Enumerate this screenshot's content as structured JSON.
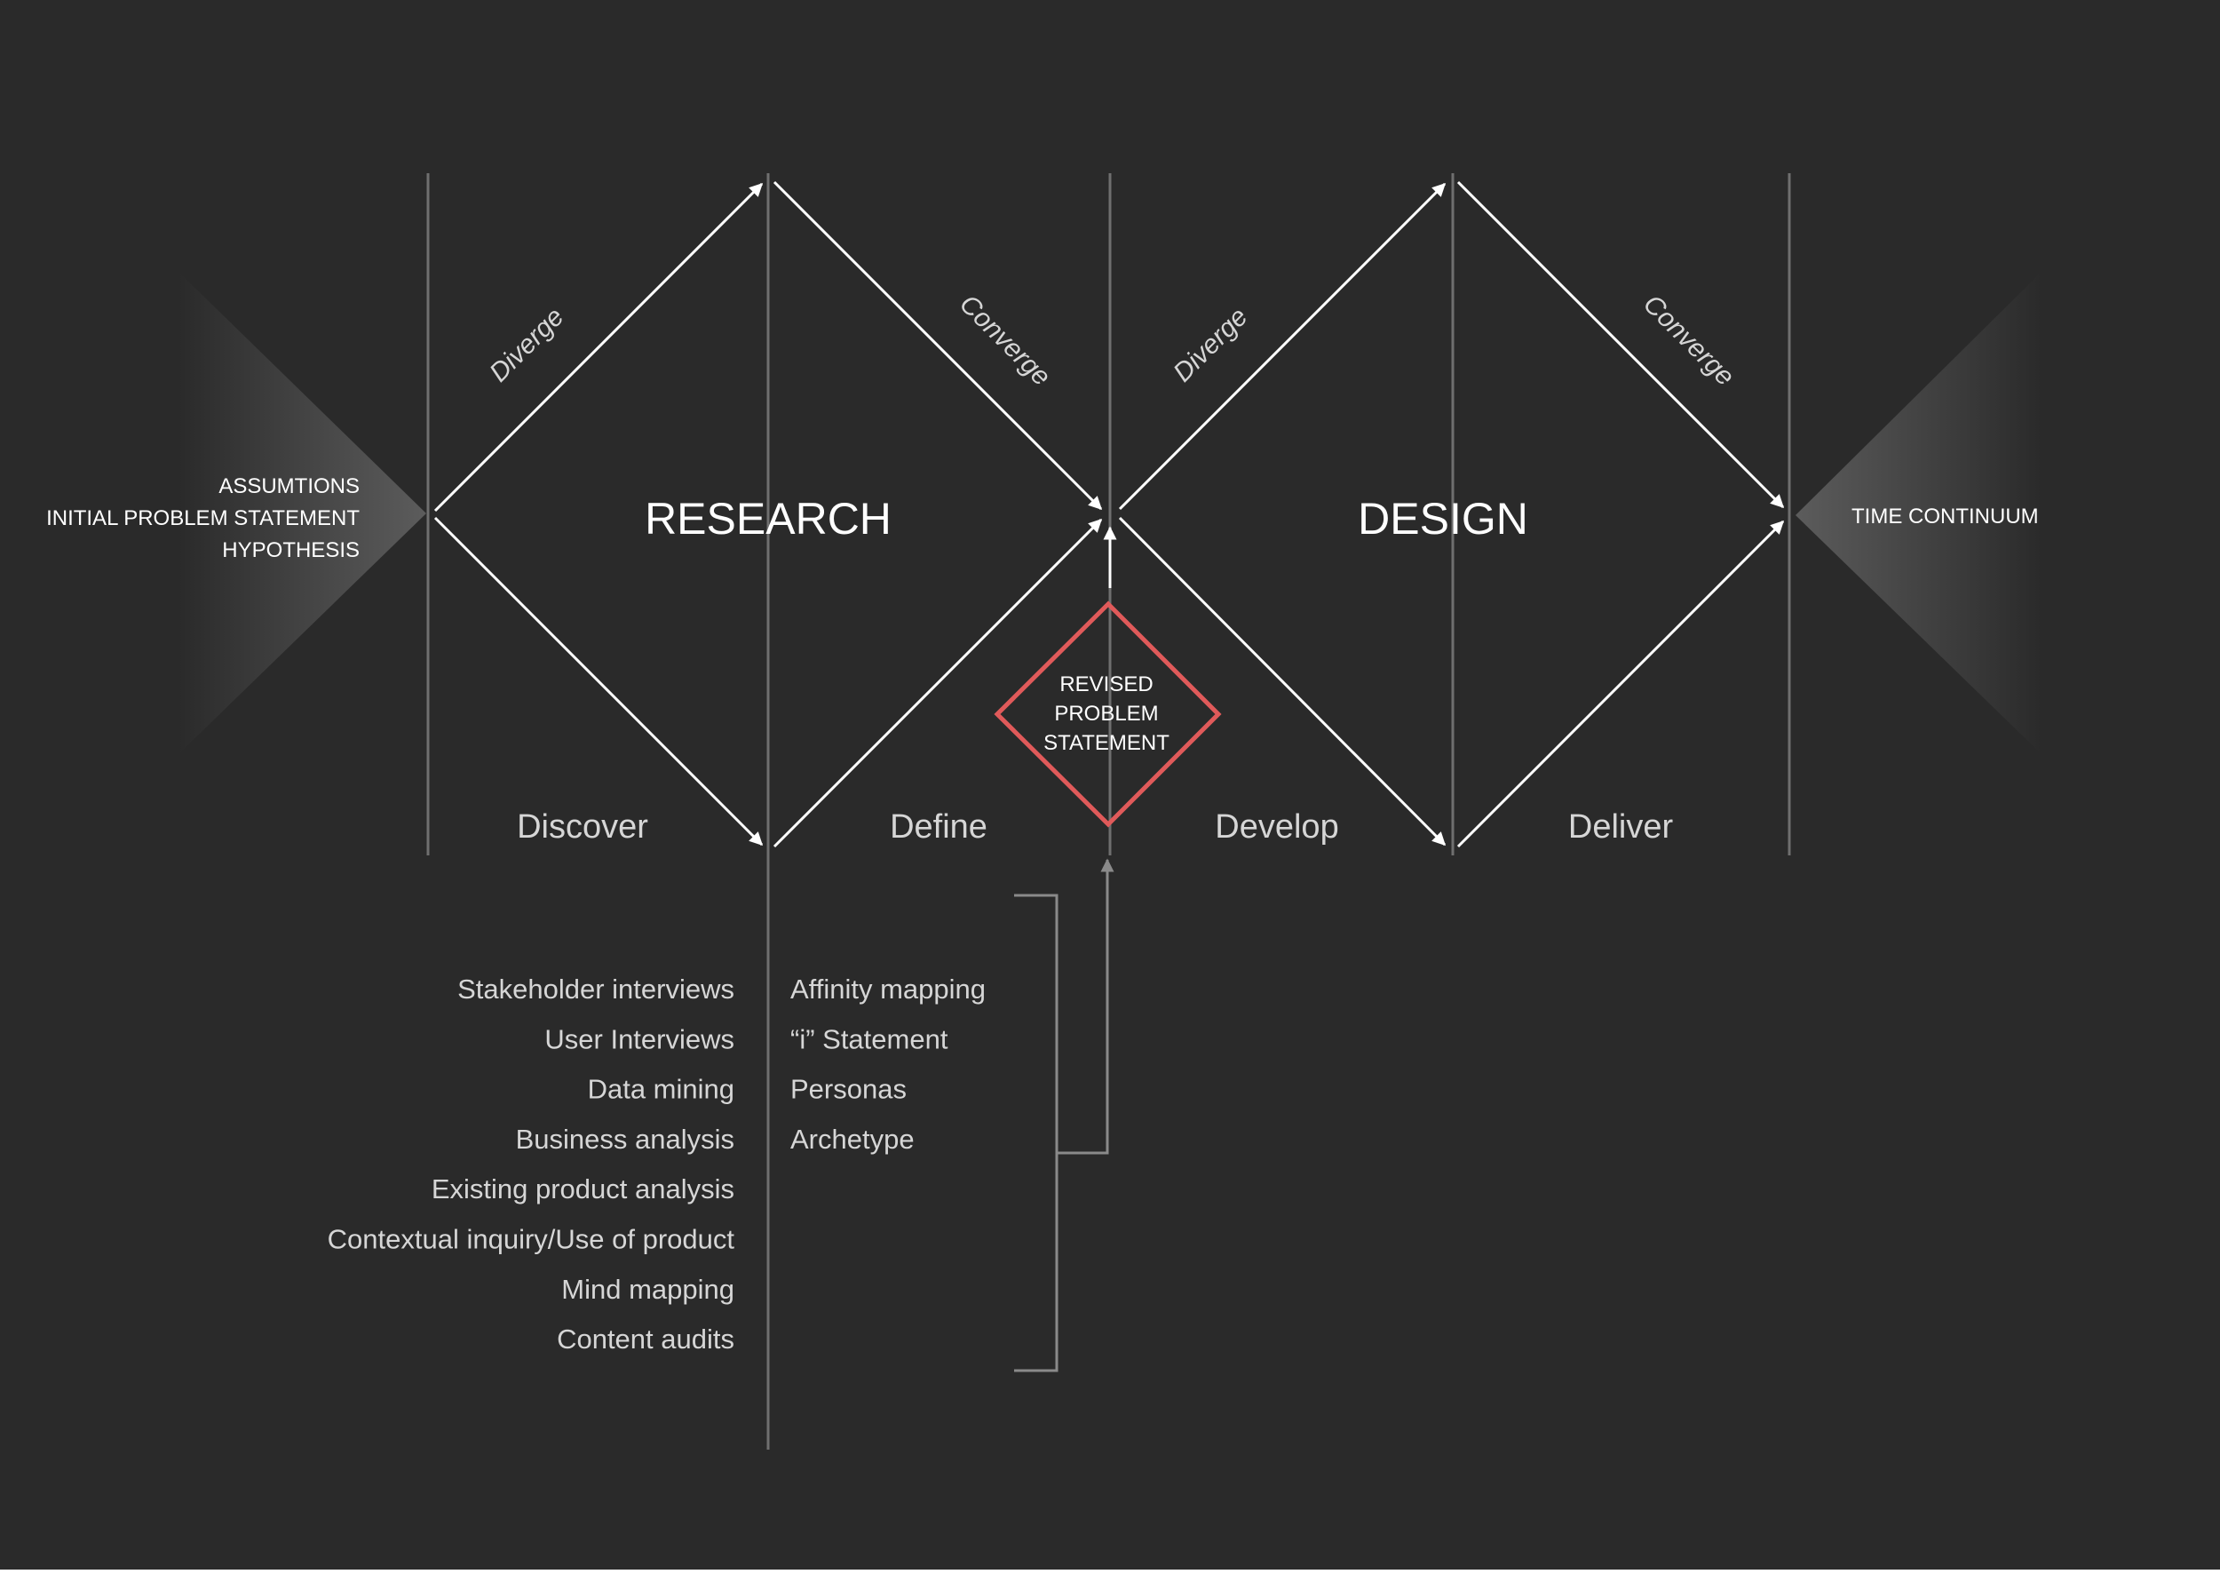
{
  "colors": {
    "background": "#2a2a2a",
    "line": "#ffffff",
    "divider": "#6f6f6f",
    "bracket": "#8a8a8a",
    "text": "#ffffff",
    "muted_text": "#d6d6d6",
    "accent": "#e05a5a"
  },
  "left_inputs": [
    "ASSUMTIONS",
    "INITIAL PROBLEM STATEMENT",
    "HYPOTHESIS"
  ],
  "right_label": "TIME CONTINUUM",
  "diamonds": {
    "research": "RESEARCH",
    "design": "DESIGN"
  },
  "edge_labels": {
    "research_diverge": "Diverge",
    "research_converge": "Converge",
    "design_diverge": "Diverge",
    "design_converge": "Converge"
  },
  "phases": {
    "discover": "Discover",
    "define": "Define",
    "develop": "Develop",
    "deliver": "Deliver"
  },
  "revised_problem": [
    "REVISED",
    "PROBLEM",
    "STATEMENT"
  ],
  "discover_methods": [
    "Stakeholder interviews",
    "User Interviews",
    "Data mining",
    "Business analysis",
    "Existing product analysis",
    "Contextual inquiry/Use of product",
    "Mind mapping",
    "Content audits"
  ],
  "define_methods": [
    "Affinity mapping",
    "“i” Statement",
    "Personas",
    "Archetype"
  ]
}
